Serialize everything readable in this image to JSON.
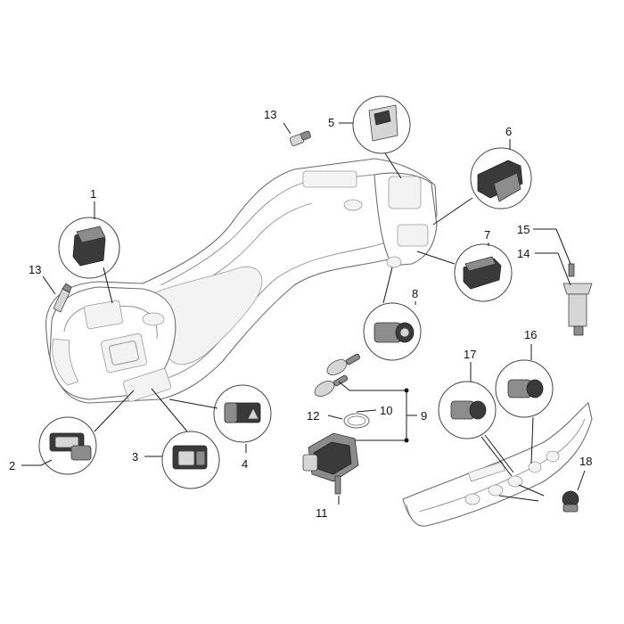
{
  "labels": {
    "p1": "1",
    "p2": "2",
    "p3": "3",
    "p4": "4",
    "p5": "5",
    "p6": "6",
    "p7": "7",
    "p8": "8",
    "p9": "9",
    "p10": "10",
    "p11": "11",
    "p12": "12",
    "p13a": "13",
    "p13b": "13",
    "p14": "14",
    "p15": "15",
    "p16": "16",
    "p17": "17",
    "p18": "18"
  }
}
